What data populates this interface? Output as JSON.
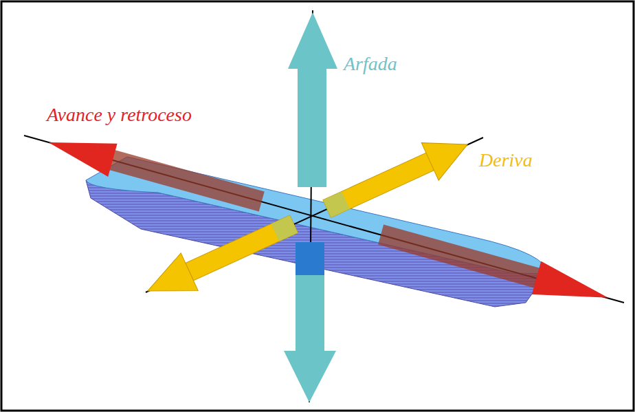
{
  "diagram": {
    "labels": [
      "Arfada",
      "Avance y retroceso",
      "Deriva"
    ]
  }
}
